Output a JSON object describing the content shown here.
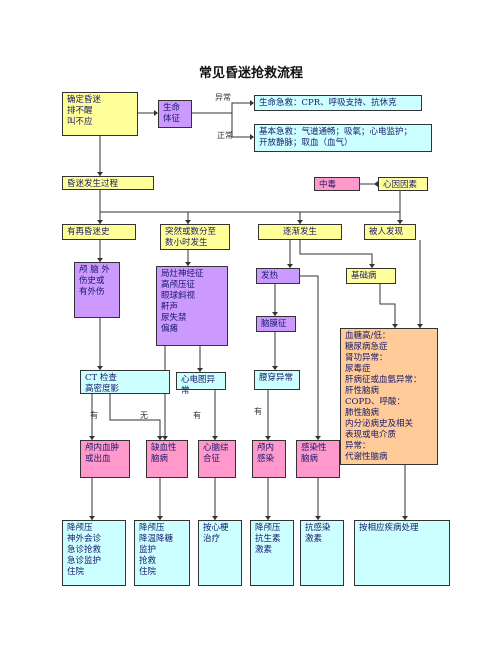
{
  "title": "常见昏迷抢救流程",
  "boxes": {
    "confirm": "确定昏迷\n  排不醒\n  叫不应",
    "vital": "生命\n体征",
    "emergency": "生命急救：CPR、呼吸支持、抗休克",
    "basic": "基本急救：气道通畅；吸氧；心电监护；\n          开放静脉；取血（血气）",
    "process": "昏迷发生过程",
    "poison": "中毒",
    "heart": "心因因素",
    "repeat": "有再昏迷史",
    "sudden": "突然或数分至\n数小时发生",
    "gradual": "逐渐发生",
    "found": "被人发现",
    "trauma": "颅 脑 外\n伤史或\n有外伤",
    "focal": "局灶神经征\n  高颅压征\n  眼球斜视\n  鼾声\n  尿失禁\n  偏瘫",
    "fever": "发热",
    "basedz": "基础病",
    "meningeal": "脑膜征",
    "ct": "CT 检查\n高密度影",
    "ecg": "心电图异常",
    "lumbar": "腰穿异常",
    "disease": "血糖高/低：\n      糖尿病急症\n肾功异常：\n      尿毒症\n肝病征或血氨异常：\n      肝性脑病\nCOPD、呼酸：\n      肺性脑病\n内分泌病史及相关\n      表现或电介质\n      异常：\n      代谢性脑病",
    "hemorrhage": "颅内血肿\n或出血",
    "ischemic": "缺血性\n脑病",
    "cardiogenic": "心脑综\n合征",
    "infection": "颅内\n感染",
    "septic": "感染性\n脑病",
    "t1": "降颅压\n神外会诊\n急诊抢救\n急诊监护\n住院",
    "t2": "降颅压\n降温降糖\n监护\n抢救\n住院",
    "t3": "按心梗\n治疗",
    "t4": "降颅压\n抗生素\n激素",
    "t5": "抗感染\n激素",
    "t6": "按相应疾病处理"
  },
  "labels": {
    "abnormal": "异常",
    "normal": "正常",
    "yes1": "有",
    "no1": "无",
    "yes2": "有",
    "yes3": "有"
  }
}
